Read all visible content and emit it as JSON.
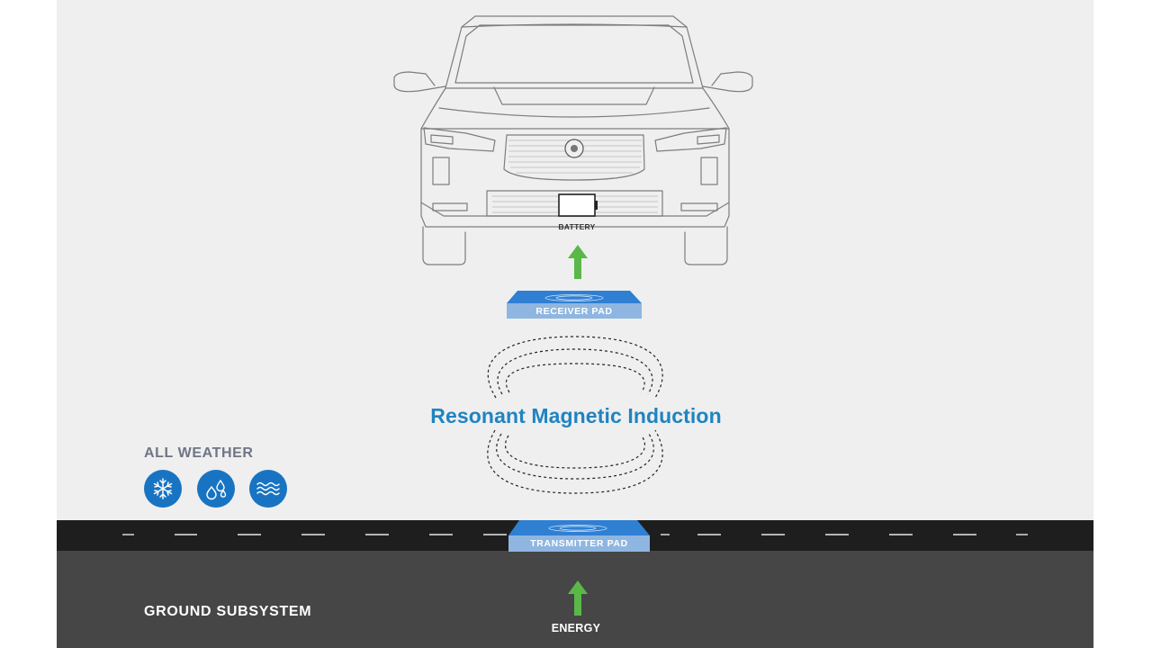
{
  "diagram": {
    "title": "Resonant Magnetic Induction",
    "battery_label": "BATTERY",
    "receiver_pad_label": "RECEIVER PAD",
    "transmitter_pad_label": "TRANSMITTER PAD",
    "energy_label": "ENERGY",
    "ground_label": "GROUND SUBSYSTEM",
    "all_weather_label": "ALL WEATHER",
    "weather_icons": [
      "snowflake-icon",
      "rain-drops-icon",
      "water-waves-icon"
    ]
  },
  "colors": {
    "background": "#efefef",
    "road": "#1e1e1e",
    "ground": "#464646",
    "title_blue": "#1f84c1",
    "icon_blue": "#1874c2",
    "arrow_green": "#5ab849",
    "pad_blue": "#2f7fd3",
    "pad_light": "#8fb6e0"
  }
}
